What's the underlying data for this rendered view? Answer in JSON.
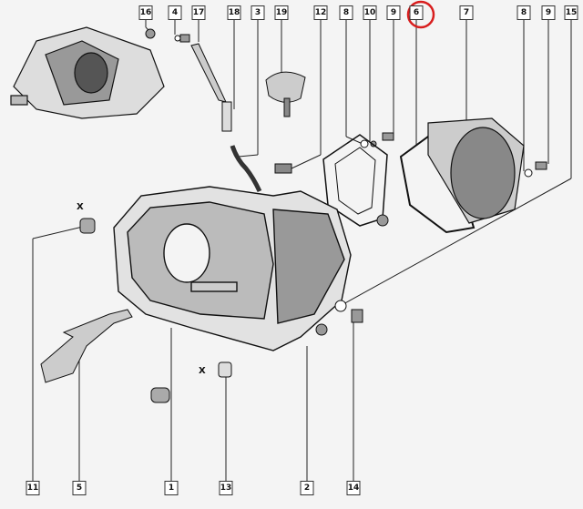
{
  "diagram": {
    "highlight_color": "#d81e1e",
    "highlighted_part": "6",
    "top_labels": [
      "16",
      "4",
      "17",
      "18",
      "3",
      "19",
      "12",
      "8",
      "10",
      "9",
      "6",
      "7",
      "8",
      "9",
      "15"
    ],
    "bottom_labels": [
      "11",
      "5",
      "1",
      "13",
      "2",
      "14"
    ],
    "x_marks": [
      "X",
      "X"
    ]
  }
}
